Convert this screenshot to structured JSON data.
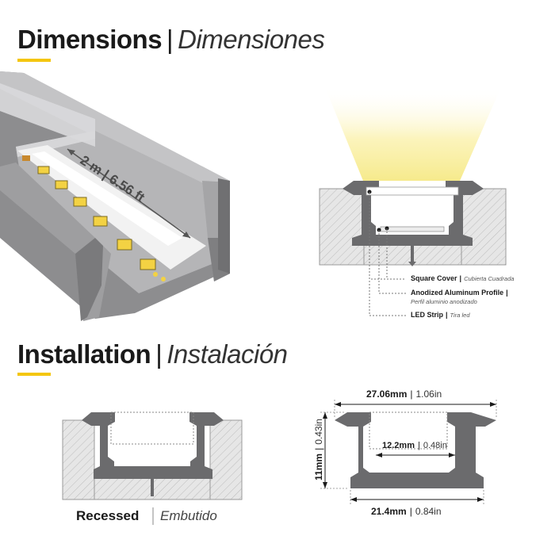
{
  "header": {
    "dimensions_en": "Dimensions",
    "dimensions_es": "Dimensiones",
    "installation_en": "Installation",
    "installation_es": "Instalación",
    "separator": "|"
  },
  "strip_label": "2 m | 6.56 ft",
  "callouts": [
    {
      "en": "Square Cover",
      "es": "Cubierta Cuadrada"
    },
    {
      "en": "Anodized Aluminum Profile",
      "es": "Perfil aluminio anodizado"
    },
    {
      "en": "LED Strip",
      "es": "Tira led"
    }
  ],
  "install": {
    "en": "Recessed",
    "es": "Embutido"
  },
  "dimensions": {
    "top_width": {
      "mm": "27.06mm",
      "in": "1.06in"
    },
    "inner_width": {
      "mm": "12.2mm",
      "in": "0.48in"
    },
    "bottom_width": {
      "mm": "21.4mm",
      "in": "0.84in"
    },
    "height": {
      "mm": "11mm",
      "in": "0.43in"
    }
  },
  "colors": {
    "accent": "#f4c60e",
    "profile": "#6b6b6d",
    "wall": "#e4e4e4",
    "light": "#f9f0a0"
  }
}
